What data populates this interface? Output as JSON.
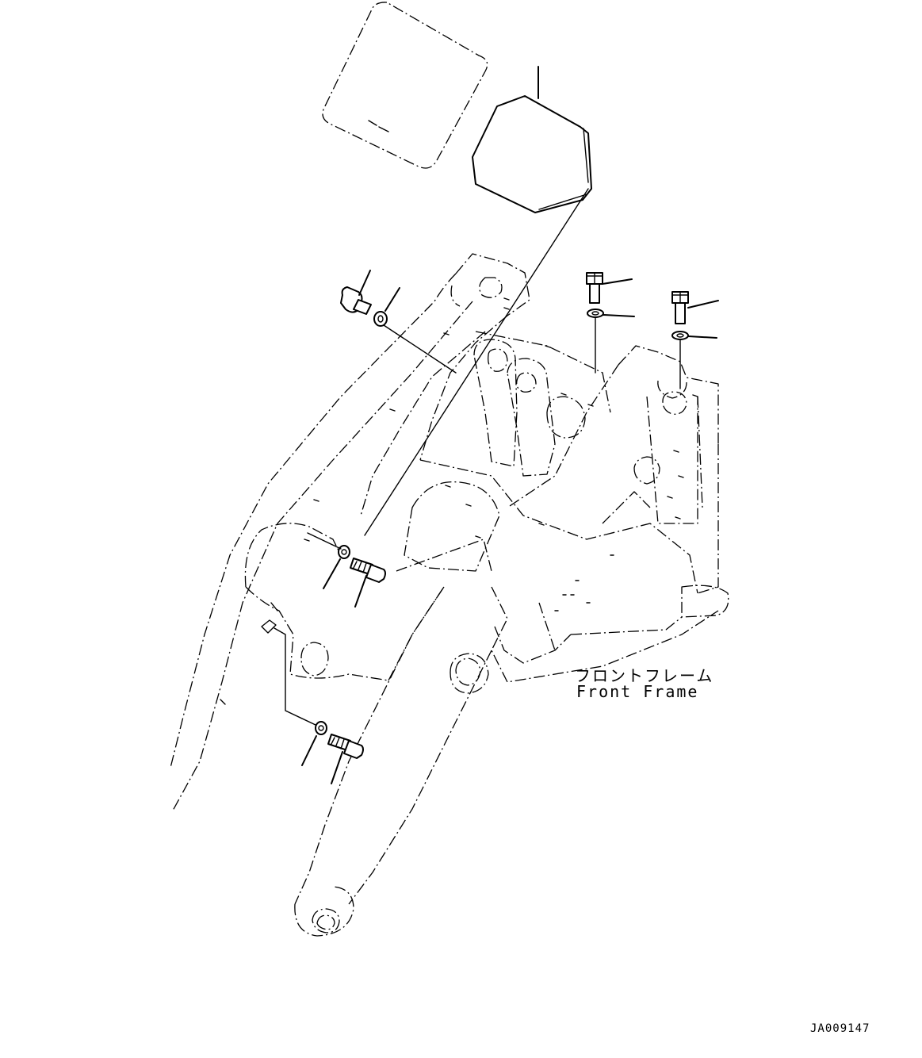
{
  "diagram": {
    "label_jp": "フロントフレーム",
    "label_en": "Front Frame",
    "doc_code": "JA009147"
  }
}
